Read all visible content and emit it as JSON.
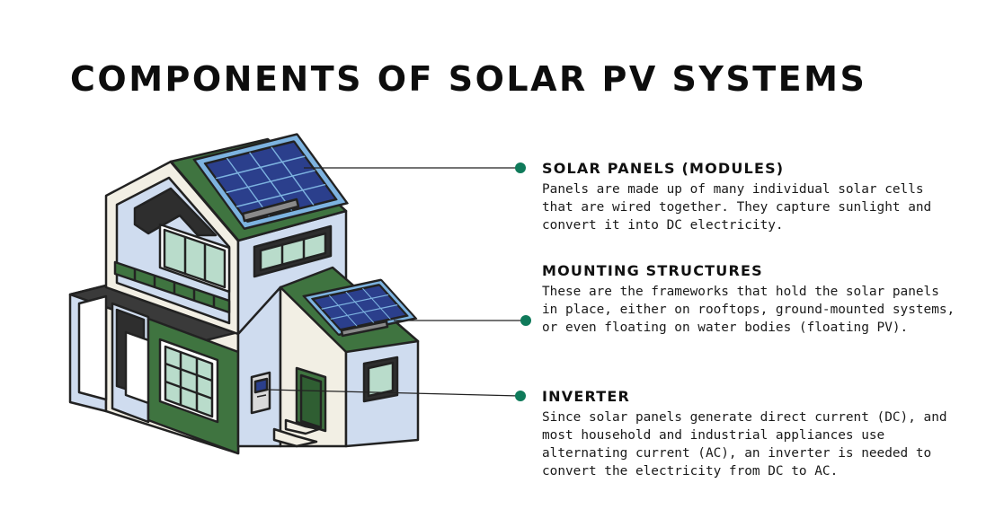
{
  "title": "COMPONENTS OF SOLAR PV SYSTEMS",
  "colors": {
    "accent": "#0f7a5a",
    "roof_green": "#3f7440",
    "wall_blue": "#cfdcef",
    "wall_white": "#f2efe4",
    "panel_blue": "#2b3f8c",
    "outline": "#222222"
  },
  "callouts": [
    {
      "heading": "SOLAR PANELS (MODULES)",
      "body": "Panels are made up of many individual solar cells that are wired together. They capture sunlight and convert it into DC electricity."
    },
    {
      "heading": "MOUNTING STRUCTURES",
      "body": "These are the frameworks that hold the solar panels in place, either on rooftops, ground-mounted systems, or even floating on water bodies (floating PV)."
    },
    {
      "heading": "INVERTER",
      "body": "Since solar panels generate direct current (DC), and most household and industrial appliances use alternating current (AC), an inverter is needed to convert the electricity from DC to AC."
    }
  ]
}
